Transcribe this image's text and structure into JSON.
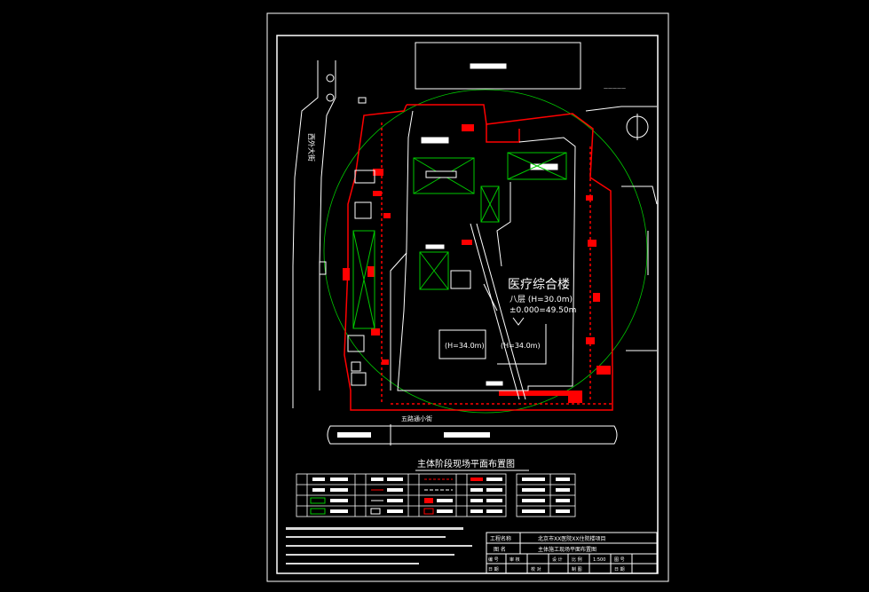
{
  "drawing": {
    "title": "主体阶段现场平面布置图",
    "building_name": "医疗综合楼",
    "building_floors": "八层 (H=30.0m)",
    "building_datum": "±0.000=49.50m",
    "block_height_1": "(H=34.0m)",
    "block_height_2": "(H=34.0m)",
    "road_west": "西外大街",
    "road_south": "五路通小街"
  },
  "title_block": {
    "label_project": "工程名称",
    "project_name": "北京市XX医院XX住院楼项目",
    "label_drawing": "图 名",
    "drawing_name": "主体施工现场平面布置图",
    "row3": [
      "编 号",
      "审 核",
      "设 计",
      "比 例",
      "1:500",
      "图 号"
    ],
    "row4": [
      "日 期",
      "校 对",
      "制 图",
      "日 期"
    ]
  },
  "colors": {
    "border": "#ffffff",
    "fence": "#ff0000",
    "crane_radius": "#00c800",
    "line": "#ffffff",
    "background": "#000000"
  }
}
